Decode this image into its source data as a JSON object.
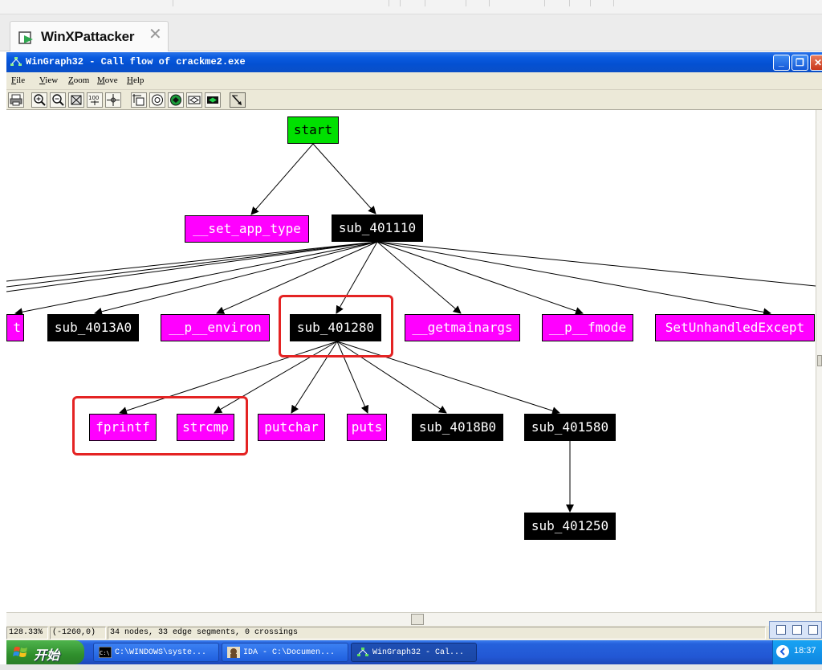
{
  "host": {
    "tab_title": "WinXPattacker",
    "close_glyph": "✕"
  },
  "window": {
    "title": "WinGraph32 - Call flow of crackme2.exe",
    "minimize_glyph": "_",
    "maximize_glyph": "❐",
    "close_glyph": "✕"
  },
  "menu": {
    "items": [
      {
        "key": "F",
        "rest": "ile"
      },
      {
        "key": "V",
        "rest": "iew"
      },
      {
        "key": "Z",
        "rest": "oom"
      },
      {
        "key": "M",
        "rest": "ove"
      },
      {
        "key": "H",
        "rest": "elp"
      }
    ]
  },
  "toolbar": {
    "icons": [
      "print-icon",
      "zoom-in-icon",
      "zoom-out-icon",
      "fit-window-icon",
      "zoom-100-icon",
      "center-icon",
      "move-icon",
      "overview-icon",
      "layout-icon",
      "reposition-icon",
      "fit-graph-icon",
      "select-icon"
    ],
    "zoom_100_label": "100"
  },
  "graph": {
    "nodes": {
      "start": "start",
      "set_app_type": "__set_app_type",
      "sub_401110": "sub_401110",
      "truncated_left": "t",
      "sub_4013A0": "sub_4013A0",
      "p_environ": "__p__environ",
      "sub_401280": "sub_401280",
      "getmainargs": "__getmainargs",
      "p_fmode": "__p__fmode",
      "set_unhandled": "SetUnhandledExcept",
      "fprintf": "fprintf",
      "strcmp": "strcmp",
      "putchar": "putchar",
      "puts": "puts",
      "sub_4018B0": "sub_4018B0",
      "sub_401580": "sub_401580",
      "sub_401250": "sub_401250"
    },
    "colors": {
      "start": "#00e000",
      "import": "#ff00ff",
      "function": "#000000",
      "edge": "#000000",
      "highlight": "#e42323"
    }
  },
  "status": {
    "zoom": "128.33%",
    "position": "(-1260,0)",
    "summary": "34 nodes, 33 edge segments, 0 crossings"
  },
  "taskbar": {
    "start_label": "开始",
    "items": [
      {
        "label": "C:\\WINDOWS\\syste...",
        "icon": "console-icon"
      },
      {
        "label": "IDA - C:\\Documen...",
        "icon": "ida-icon"
      },
      {
        "label": "WinGraph32 - Cal...",
        "icon": "wingraph-icon"
      }
    ],
    "clock": "18:37",
    "cmd_icon_text": "C:\\"
  },
  "theme": {
    "xp_blue": "#0450d2",
    "menu_bg": "#ece9d8",
    "start_green": "#2f8f2c"
  }
}
